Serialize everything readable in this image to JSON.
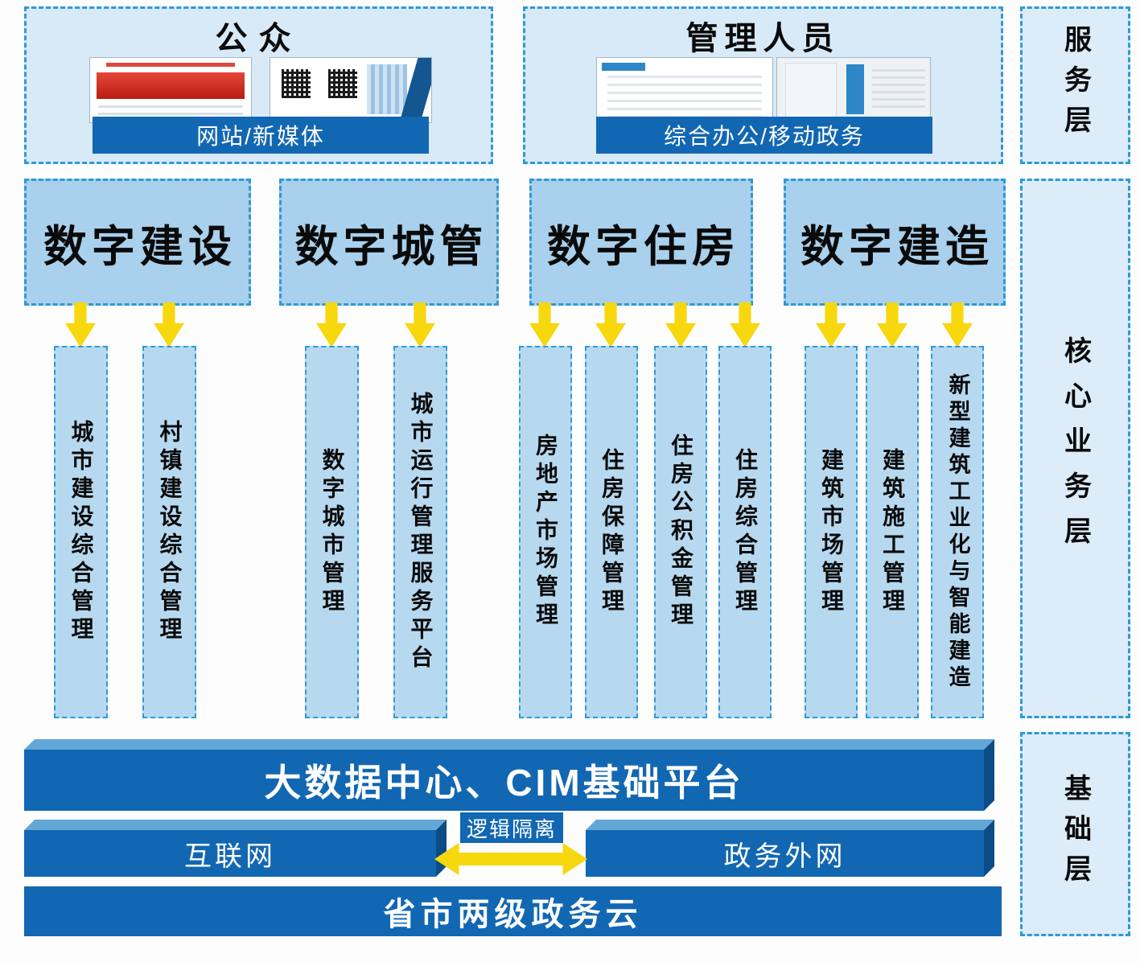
{
  "colors": {
    "dark_blue": "#1267b2",
    "dashed_border_blue": "#2e9ad5",
    "category_fill": "#a9d0ec",
    "pillar_fill": "#b7d9f0",
    "panel_fill": "#d8eaf7",
    "arrow_yellow": "#f7d70e"
  },
  "layer_labels": {
    "service": "服务层",
    "core": "核心业务层",
    "foundation": "基础层"
  },
  "service_layer": {
    "public": {
      "title": "公众",
      "bar_label": "网站/新媒体"
    },
    "admin": {
      "title": "管理人员",
      "bar_label": "综合办公/移动政务"
    }
  },
  "categories": [
    {
      "title": "数字建设",
      "pillars": [
        "城市建设综合管理",
        "村镇建设综合管理"
      ]
    },
    {
      "title": "数字城管",
      "pillars": [
        "数字城市管理",
        "城市运行管理服务平台"
      ]
    },
    {
      "title": "数字住房",
      "pillars": [
        "房地产市场管理",
        "住房保障管理",
        "住房公积金管理",
        "住房综合管理"
      ]
    },
    {
      "title": "数字建造",
      "pillars": [
        "建筑市场管理",
        "建筑施工管理",
        "新型建筑工业化与智能建造"
      ]
    }
  ],
  "foundation_layer": {
    "big_data_bar": "大数据中心、CIM基础平台",
    "internet_bar": "互联网",
    "isolation_label": "逻辑隔离",
    "gov_extranet_bar": "政务外网",
    "gov_cloud_bar": "省市两级政务云"
  }
}
